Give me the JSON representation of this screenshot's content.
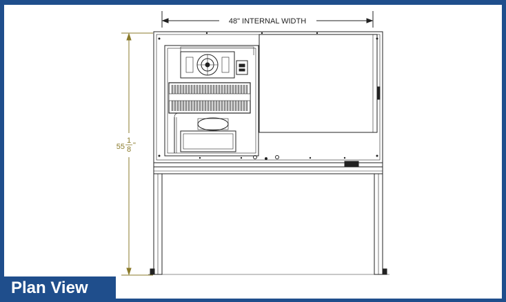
{
  "dimensions": {
    "width_label": "48\" INTERNAL WIDTH",
    "height_whole": "55",
    "height_num": "1",
    "height_den": "8",
    "height_unit": "\""
  },
  "badge": {
    "label": "Plan View"
  },
  "colors": {
    "frame": "#1f4e8c",
    "height_dim": "#8a7a2a",
    "line": "#222222"
  },
  "icons": {
    "drawing": "equipment-plan-drawing"
  }
}
